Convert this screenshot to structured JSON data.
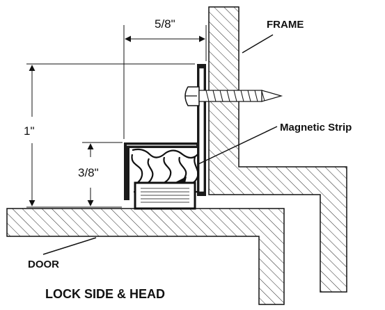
{
  "labels": {
    "frame": "FRAME",
    "magnetic_strip": "Magnetic Strip",
    "door": "DOOR",
    "title": "LOCK SIDE & HEAD"
  },
  "dimensions": {
    "width_5_8": "5/8\"",
    "height_1": "1\"",
    "height_3_8": "3/8\""
  },
  "colors": {
    "title_red": "#d2232a",
    "line": "#111111",
    "magnet_fill": "#d9d9d9"
  }
}
